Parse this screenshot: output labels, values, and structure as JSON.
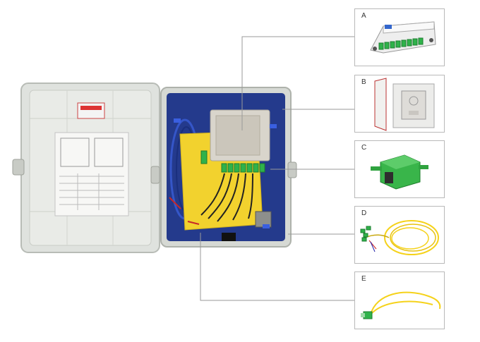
{
  "title": "",
  "callouts": [
    {
      "letter": "A",
      "item": "plc-splitter"
    },
    {
      "letter": "B",
      "item": "fiber-termination-box"
    },
    {
      "letter": "C",
      "item": "sc-apc-adapter"
    },
    {
      "letter": "D",
      "item": "fiber-pigtail-bundle"
    },
    {
      "letter": "E",
      "item": "single-fiber-pigtail"
    }
  ],
  "colors": {
    "enclosure_grey": "#d9dcd8",
    "tray_yellow": "#f2d22e",
    "connector_green": "#2fb24a",
    "blue_fiber": "#1d3aa8",
    "fiber_yellow": "#f5d21a",
    "panel_border": "#b9b9b9",
    "leader_line": "#9a9a9a"
  }
}
